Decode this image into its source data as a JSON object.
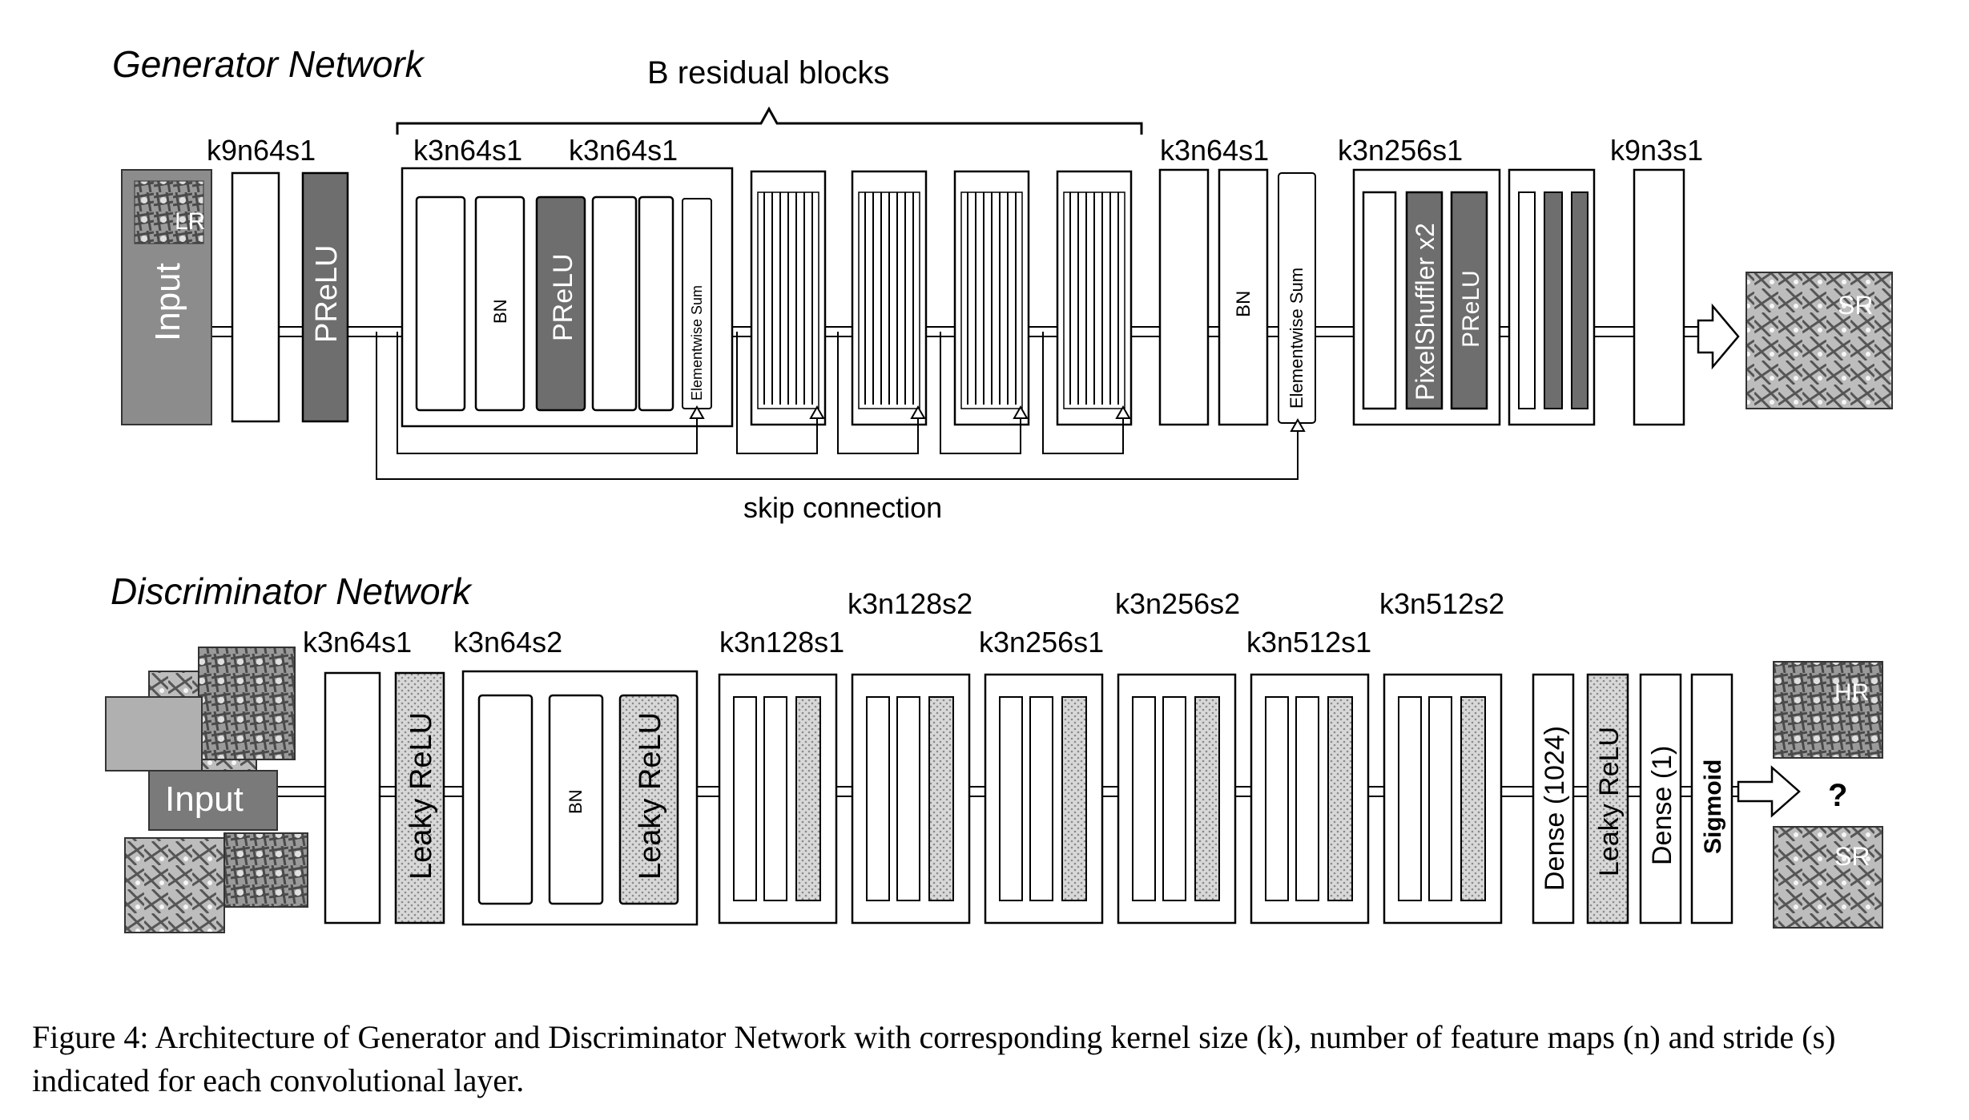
{
  "generator": {
    "title": "Generator Network",
    "residual_label": "B residual blocks",
    "skip_label": "skip connection",
    "layer_labels": [
      "k9n64s1",
      "k3n64s1",
      "k3n64s1",
      "k3n64s1",
      "k3n256s1",
      "k9n3s1"
    ],
    "input_label": "Input",
    "input_tag": "LR",
    "output_tag": "SR",
    "prelu": "PReLU",
    "bn": "BN",
    "elementwise_sum": "Elementwise Sum",
    "pixelshuffler": "PixelShuffler x2"
  },
  "discriminator": {
    "title": "Discriminator Network",
    "layer_labels": [
      "k3n64s1",
      "k3n64s2",
      "k3n128s1",
      "k3n128s2",
      "k3n256s1",
      "k3n256s2",
      "k3n512s1",
      "k3n512s2"
    ],
    "input_label": "Input",
    "leaky_relu": "Leaky ReLU",
    "bn": "BN",
    "dense_1024": "Dense (1024)",
    "dense_1": "Dense (1)",
    "sigmoid": "Sigmoid",
    "hr_tag": "HR",
    "sr_tag": "SR",
    "question": "?"
  },
  "caption": "Figure 4: Architecture of Generator and Discriminator Network with corresponding kernel size (k), number of feature maps (n) and stride (s) indicated for each convolutional layer."
}
